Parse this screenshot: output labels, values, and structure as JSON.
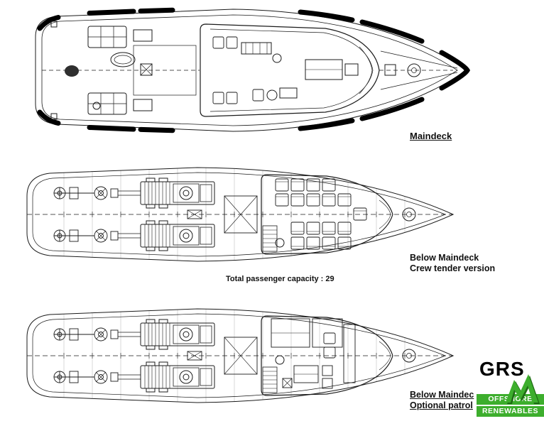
{
  "palette": {
    "ink": "#1b1b1b",
    "logo_green": "#3dae2d",
    "logo_green_dark": "#1e6b14"
  },
  "plans": {
    "maindeck": {
      "label": "Maindeck"
    },
    "crew": {
      "label_line1": "Below Maindeck",
      "label_line2": "Crew tender version",
      "caption": "Total passenger capacity : 29"
    },
    "patrol": {
      "label_line1": "Below Maindec",
      "label_line2": "Optional patrol"
    }
  },
  "logo": {
    "name": "GRS",
    "tagline_line1": "OFFSHORE",
    "tagline_line2": "RENEWABLES"
  }
}
